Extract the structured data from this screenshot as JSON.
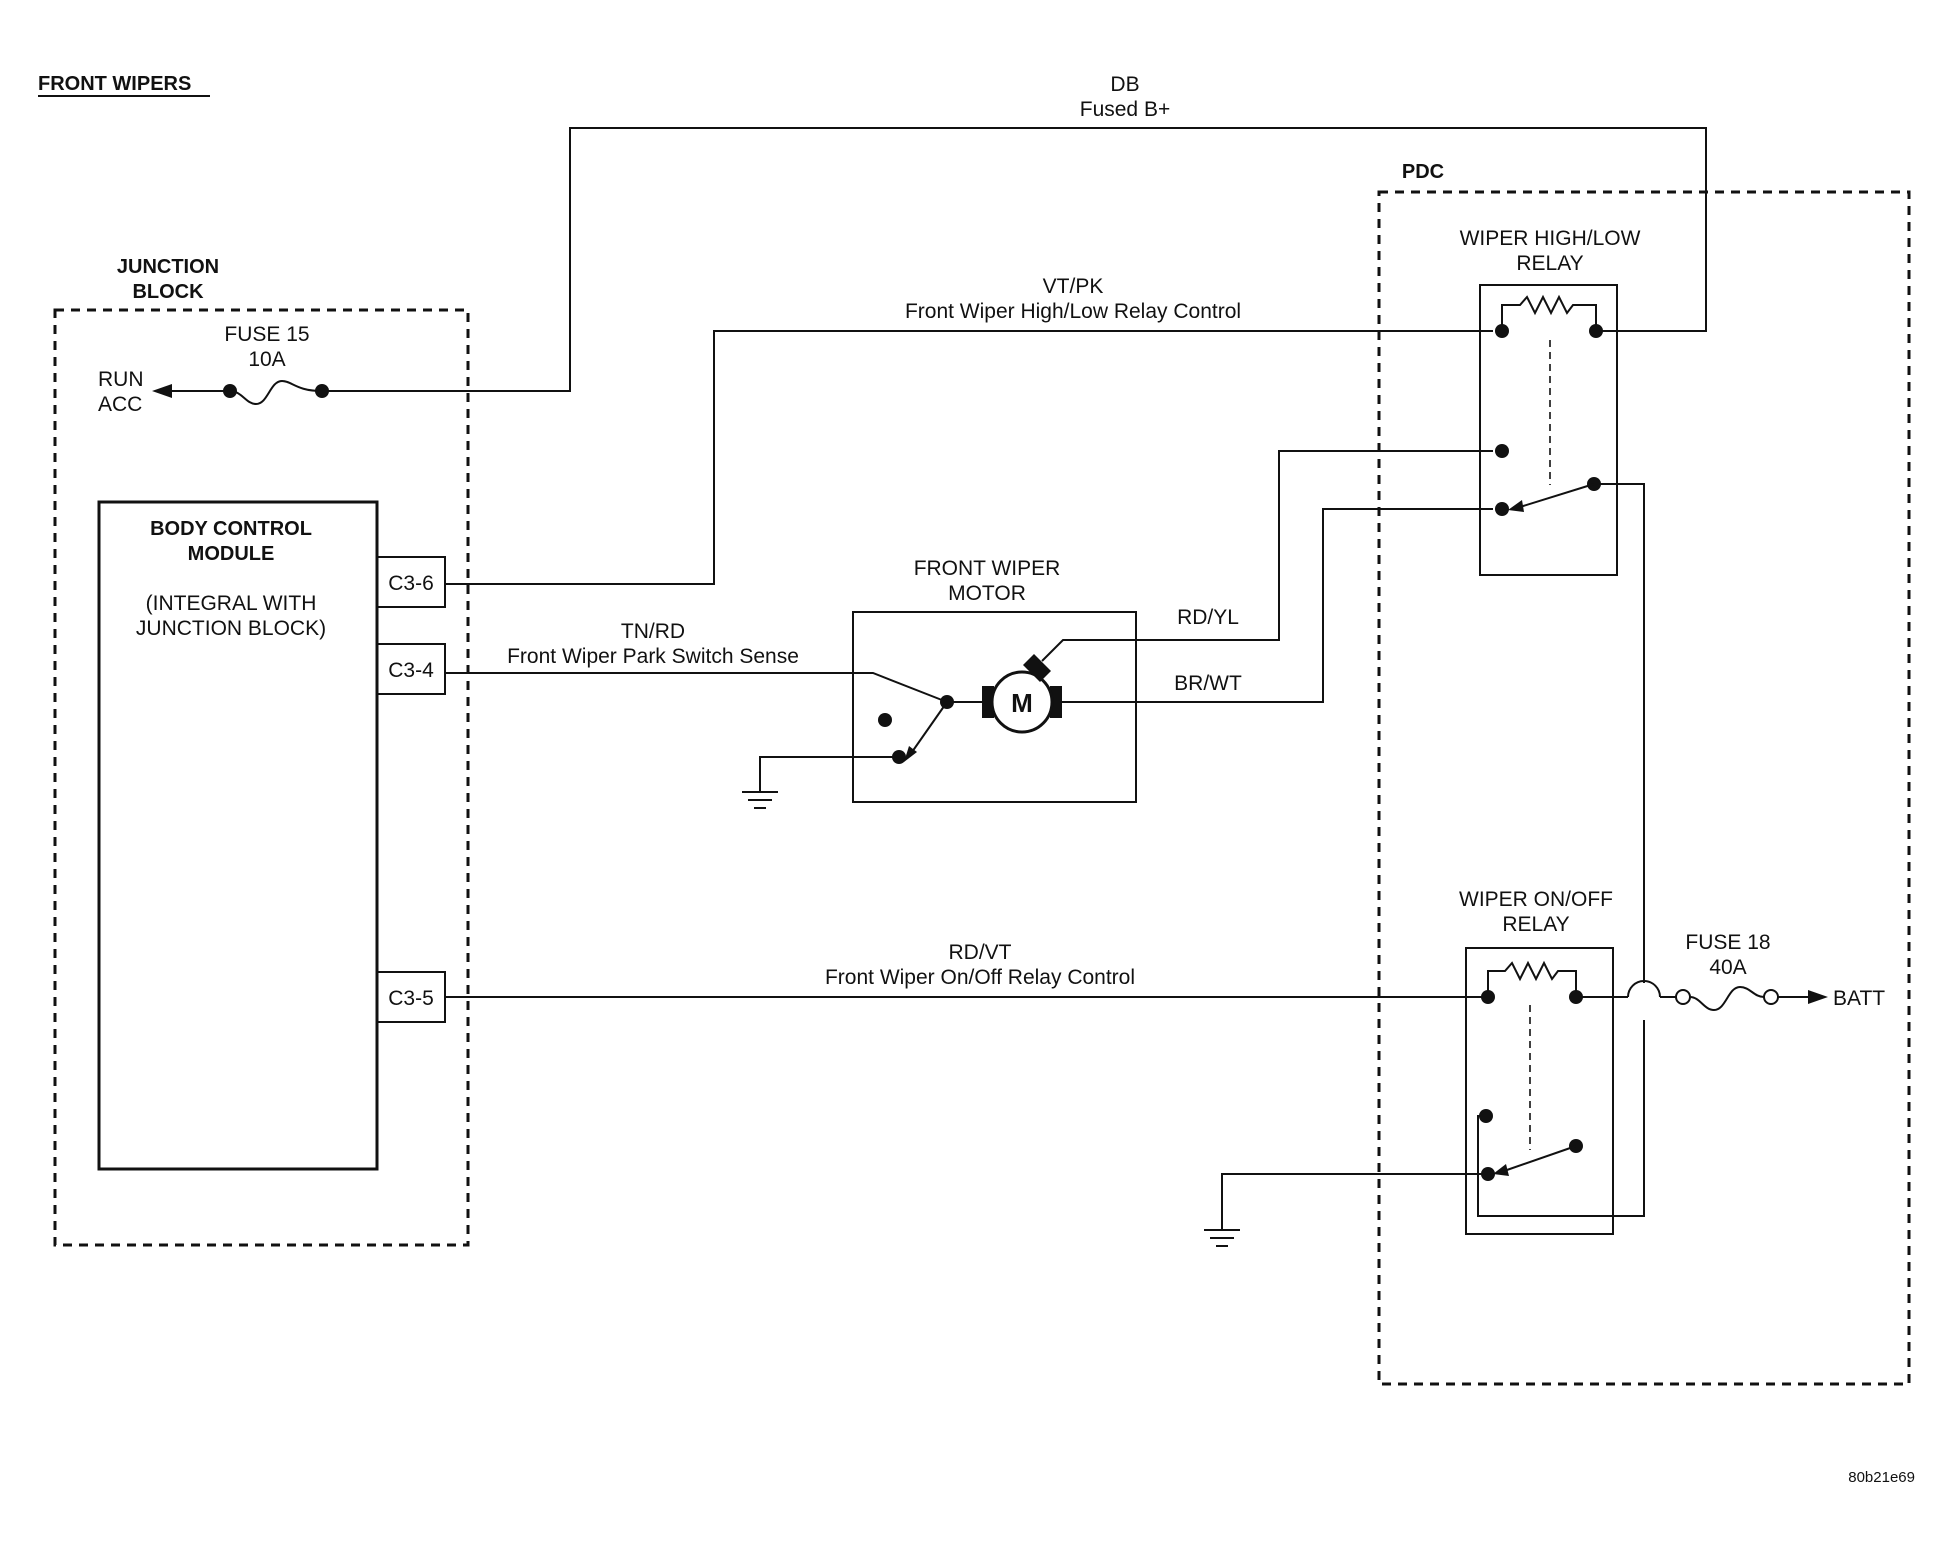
{
  "diagram": {
    "title": "FRONT WIPERS",
    "ref_code": "80b21e69"
  },
  "labels": {
    "db_color": "DB",
    "fused_b_plus": "Fused B+",
    "pdc": "PDC",
    "junction_block_line1": "JUNCTION",
    "junction_block_line2": "BLOCK",
    "fuse15_name": "FUSE 15",
    "fuse15_rating": "10A",
    "run": "RUN",
    "acc": "ACC",
    "bcm_line1": "BODY CONTROL",
    "bcm_line2": "MODULE",
    "bcm_note1": "(INTEGRAL WITH",
    "bcm_note2": "JUNCTION BLOCK)",
    "pin_c3_6": "C3-6",
    "pin_c3_4": "C3-4",
    "pin_c3_5": "C3-5",
    "vt_pk": "VT/PK",
    "vt_pk_desc": "Front Wiper High/Low Relay Control",
    "tn_rd": "TN/RD",
    "tn_rd_desc": "Front Wiper Park Switch Sense",
    "rd_vt": "RD/VT",
    "rd_vt_desc": "Front Wiper On/Off Relay Control",
    "rd_yl": "RD/YL",
    "br_wt": "BR/WT",
    "motor_line1": "FRONT WIPER",
    "motor_line2": "MOTOR",
    "motor_symbol": "M",
    "hl_relay_line1": "WIPER HIGH/LOW",
    "hl_relay_line2": "RELAY",
    "onoff_relay_line1": "WIPER ON/OFF",
    "onoff_relay_line2": "RELAY",
    "fuse18_name": "FUSE 18",
    "fuse18_rating": "40A",
    "batt": "BATT"
  }
}
